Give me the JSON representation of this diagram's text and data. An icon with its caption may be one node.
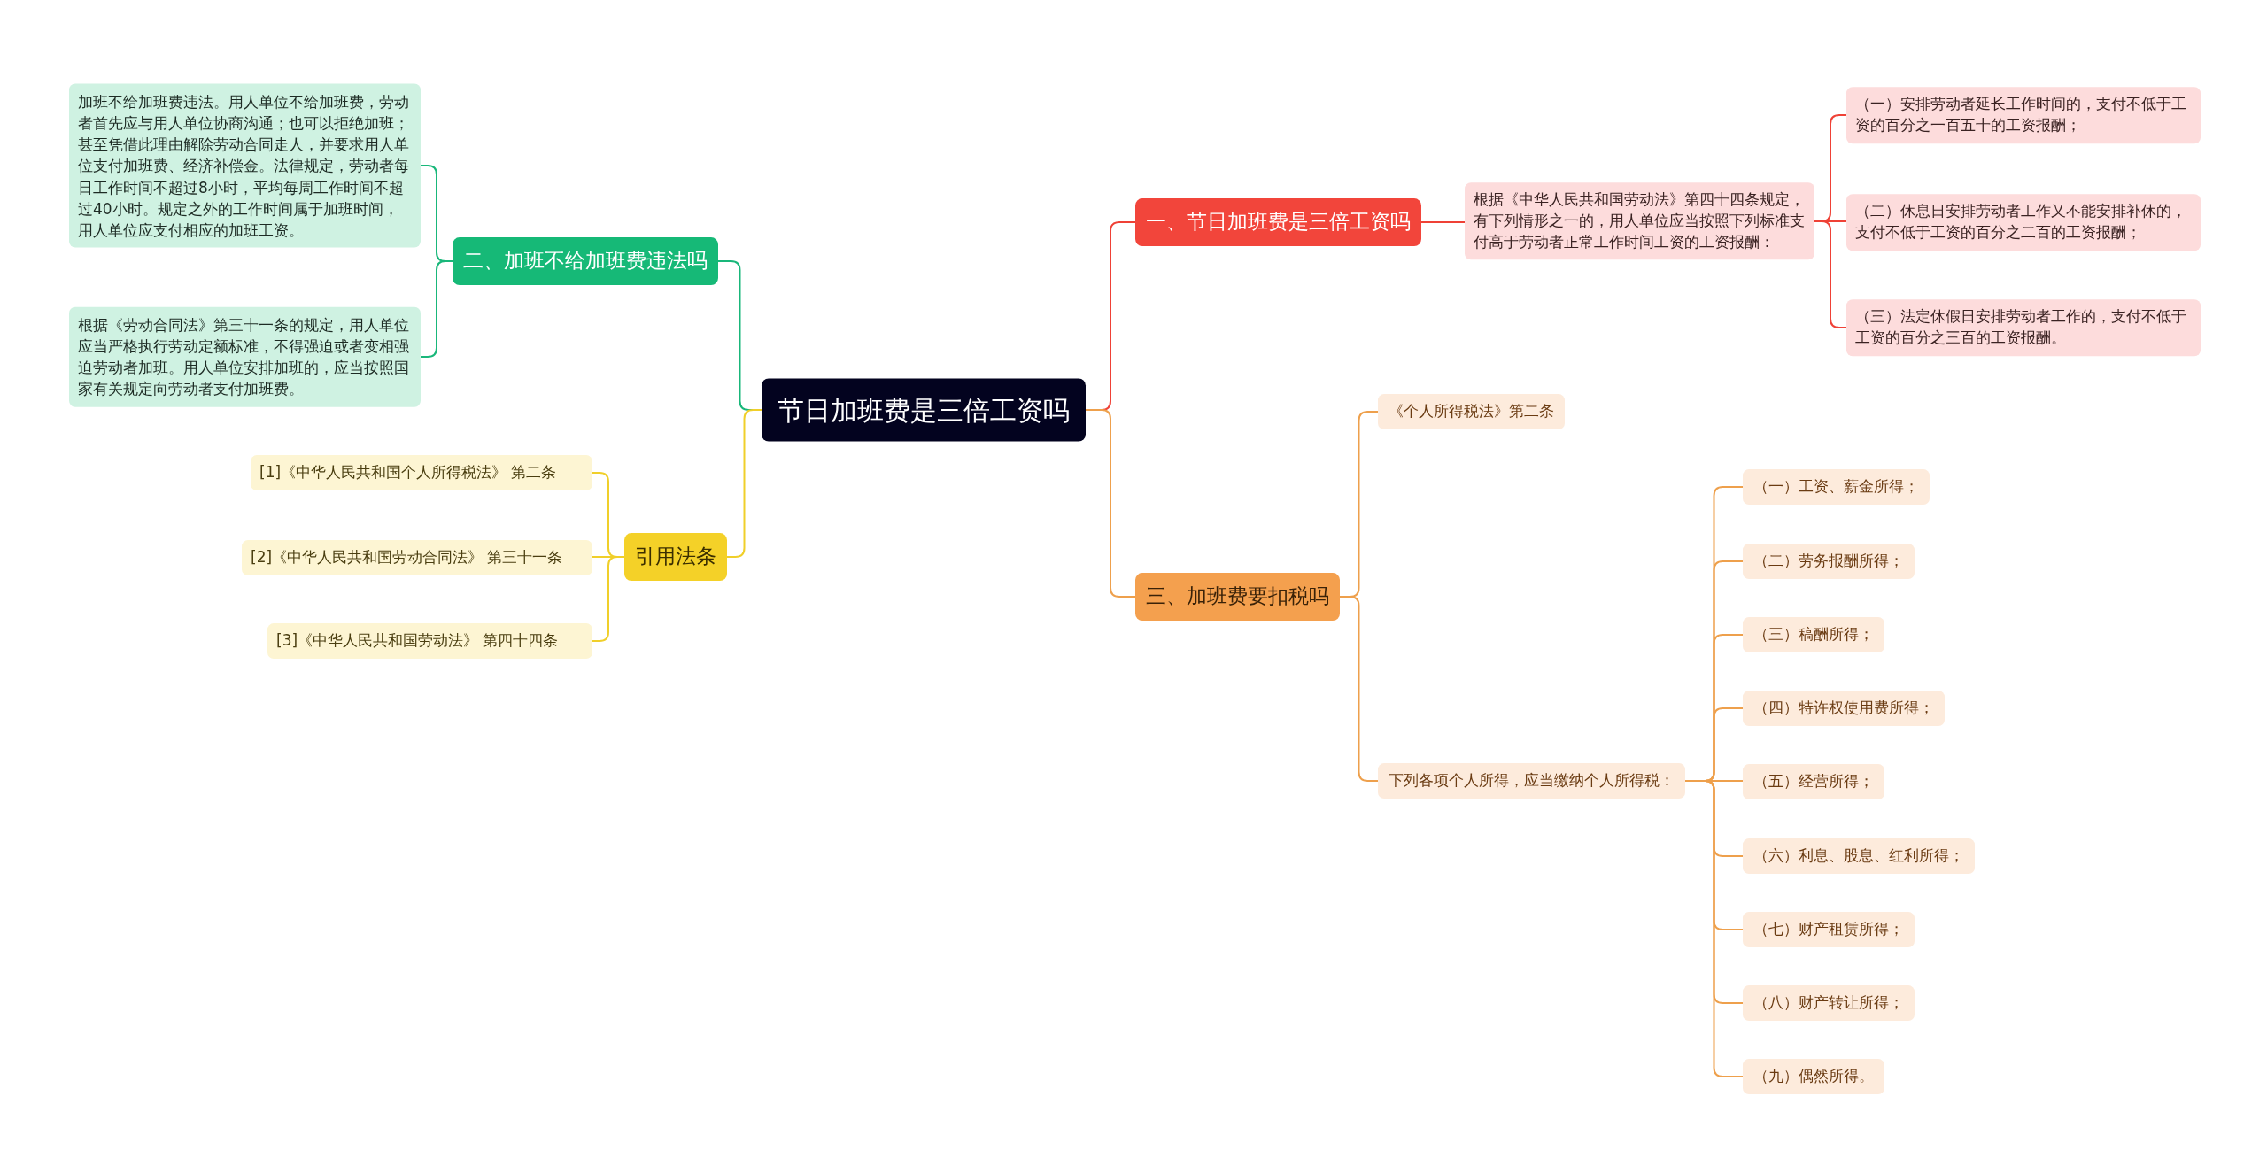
{
  "diagram": {
    "nodes": [
      {
        "text": [
          "节日加班费是三倍工资吗"
        ]
      },
      {
        "text": [
          "一、节日加班费是三倍工资吗"
        ]
      },
      {
        "text": [
          "根据《中华人民共和国劳动法》第四十四条规定，有下列情形之一的，用人单位应当按照下列标准支付高于劳动者正常工作时间工资的工资报酬："
        ]
      },
      {
        "text": [
          "（一）安排劳动者延长工作时间的，支付不低于工资的百分之一百五十的工资报酬；"
        ]
      },
      {
        "text": [
          "（二）休息日安排劳动者工作又不能安排补休的，支付不低于工资的百分之二百的工资报酬；"
        ]
      },
      {
        "text": [
          "（三）法定休假日安排劳动者工作的，支付不低于工资的百分之三百的工资报酬。"
        ]
      },
      {
        "text": [
          "三、加班费要扣税吗"
        ]
      },
      {
        "text": [
          "《个人所得税法》第二条"
        ]
      },
      {
        "text": [
          "下列各项个人所得，应当缴纳个人所得税："
        ]
      },
      {
        "text": [
          "（一）工资、薪金所得；"
        ]
      },
      {
        "text": [
          "（二）劳务报酬所得；"
        ]
      },
      {
        "text": [
          "（三）稿酬所得；"
        ]
      },
      {
        "text": [
          "（四）特许权使用费所得；"
        ]
      },
      {
        "text": [
          "（五）经营所得；"
        ]
      },
      {
        "text": [
          "（六）利息、股息、红利所得；"
        ]
      },
      {
        "text": [
          "（七）财产租赁所得；"
        ]
      },
      {
        "text": [
          "（八）财产转让所得；"
        ]
      },
      {
        "text": [
          "（九）偶然所得。"
        ]
      },
      {
        "text": [
          "二、加班不给加班费违法吗"
        ]
      },
      {
        "text": [
          "加班不给加班费违法。用人单位不给加班费，劳动者首先应与用人单位协商沟通；也可以拒绝加班；甚至凭借此理由解除劳动合同走人，并要求用人单位支付加班费、经济补偿金。法律规定，劳动者每日工作时间不超过8小时，平均每周工作时间不超过40小时。规定之外的工作时间属于加班时间，用人单位应支付相应的加班工资。"
        ]
      },
      {
        "text": [
          "根据《劳动合同法》第三十一条的规定，用人单位应当严格执行劳动定额标准，不得强迫或者变相强迫劳动者加班。用人单位安排加班的，应当按照国家有关规定向劳动者支付加班费。"
        ]
      },
      {
        "text": [
          "引用法条"
        ]
      },
      {
        "text": [
          "[1]《中华人民共和国个人所得税法》 第二条"
        ]
      },
      {
        "text": [
          "[2]《中华人民共和国劳动合同法》 第三十一条"
        ]
      },
      {
        "text": [
          "[3]《中华人民共和国劳动法》 第四十四条"
        ]
      }
    ],
    "edges": [
      {
        "from": 0,
        "to": 1,
        "arrow": "none",
        "color": "#ef4136"
      },
      {
        "from": 1,
        "to": 2,
        "arrow": "none",
        "color": "#ef4136"
      },
      {
        "from": 2,
        "to": 3,
        "arrow": "none",
        "color": "#ef4136"
      },
      {
        "from": 2,
        "to": 4,
        "arrow": "none",
        "color": "#ef4136"
      },
      {
        "from": 2,
        "to": 5,
        "arrow": "none",
        "color": "#ef4136"
      },
      {
        "from": 0,
        "to": 6,
        "arrow": "none"
      },
      {
        "from": 6,
        "to": 7,
        "arrow": "none"
      },
      {
        "from": 6,
        "to": 8,
        "arrow": "none"
      },
      {
        "from": 8,
        "to": 9,
        "arrow": "none"
      },
      {
        "from": 8,
        "to": 10,
        "arrow": "none"
      },
      {
        "from": 8,
        "to": 11,
        "arrow": "none"
      },
      {
        "from": 8,
        "to": 12,
        "arrow": "none"
      },
      {
        "from": 8,
        "to": 13,
        "arrow": "none"
      },
      {
        "from": 8,
        "to": 14,
        "arrow": "none"
      },
      {
        "from": 8,
        "to": 15,
        "arrow": "none"
      },
      {
        "from": 8,
        "to": 16,
        "arrow": "none"
      },
      {
        "from": 8,
        "to": 17,
        "arrow": "none"
      },
      {
        "from": 0,
        "to": 18,
        "arrow": "none",
        "color": "#19b77a"
      },
      {
        "from": 18,
        "to": 19,
        "arrow": "none",
        "color": "#19b77a"
      },
      {
        "from": 18,
        "to": 20,
        "arrow": "none",
        "color": "#19b77a"
      },
      {
        "from": 0,
        "to": 21,
        "arrow": "none",
        "color": "#f0cf2a"
      },
      {
        "from": 21,
        "to": 22,
        "arrow": "none",
        "color": "#f0cf2a"
      },
      {
        "from": 21,
        "to": 23,
        "arrow": "none",
        "color": "#f0cf2a"
      },
      {
        "from": 21,
        "to": 24,
        "arrow": "none",
        "color": "#f0cf2a"
      }
    ]
  }
}
